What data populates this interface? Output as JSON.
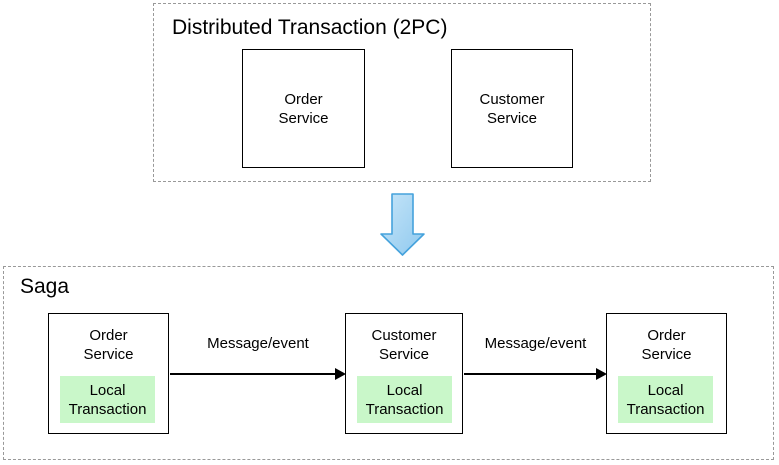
{
  "colors": {
    "dashed_border": "#999999",
    "service_box_border": "#000000",
    "local_transaction_fill": "#c9f7c9",
    "down_arrow_fill": "#a8d5f2",
    "down_arrow_border": "#45a2dc",
    "connector_color": "#000000"
  },
  "top_section": {
    "title": "Distributed Transaction (2PC)",
    "boxes": [
      {
        "label": "Order\nService"
      },
      {
        "label": "Customer\nService"
      }
    ]
  },
  "saga_section": {
    "title": "Saga",
    "services": [
      {
        "name": "Order\nService",
        "local": "Local\nTransaction"
      },
      {
        "name": "Customer\nService",
        "local": "Local\nTransaction"
      },
      {
        "name": "Order\nService",
        "local": "Local\nTransaction"
      }
    ],
    "connectors": [
      {
        "label": "Message/event"
      },
      {
        "label": "Message/event"
      }
    ]
  }
}
